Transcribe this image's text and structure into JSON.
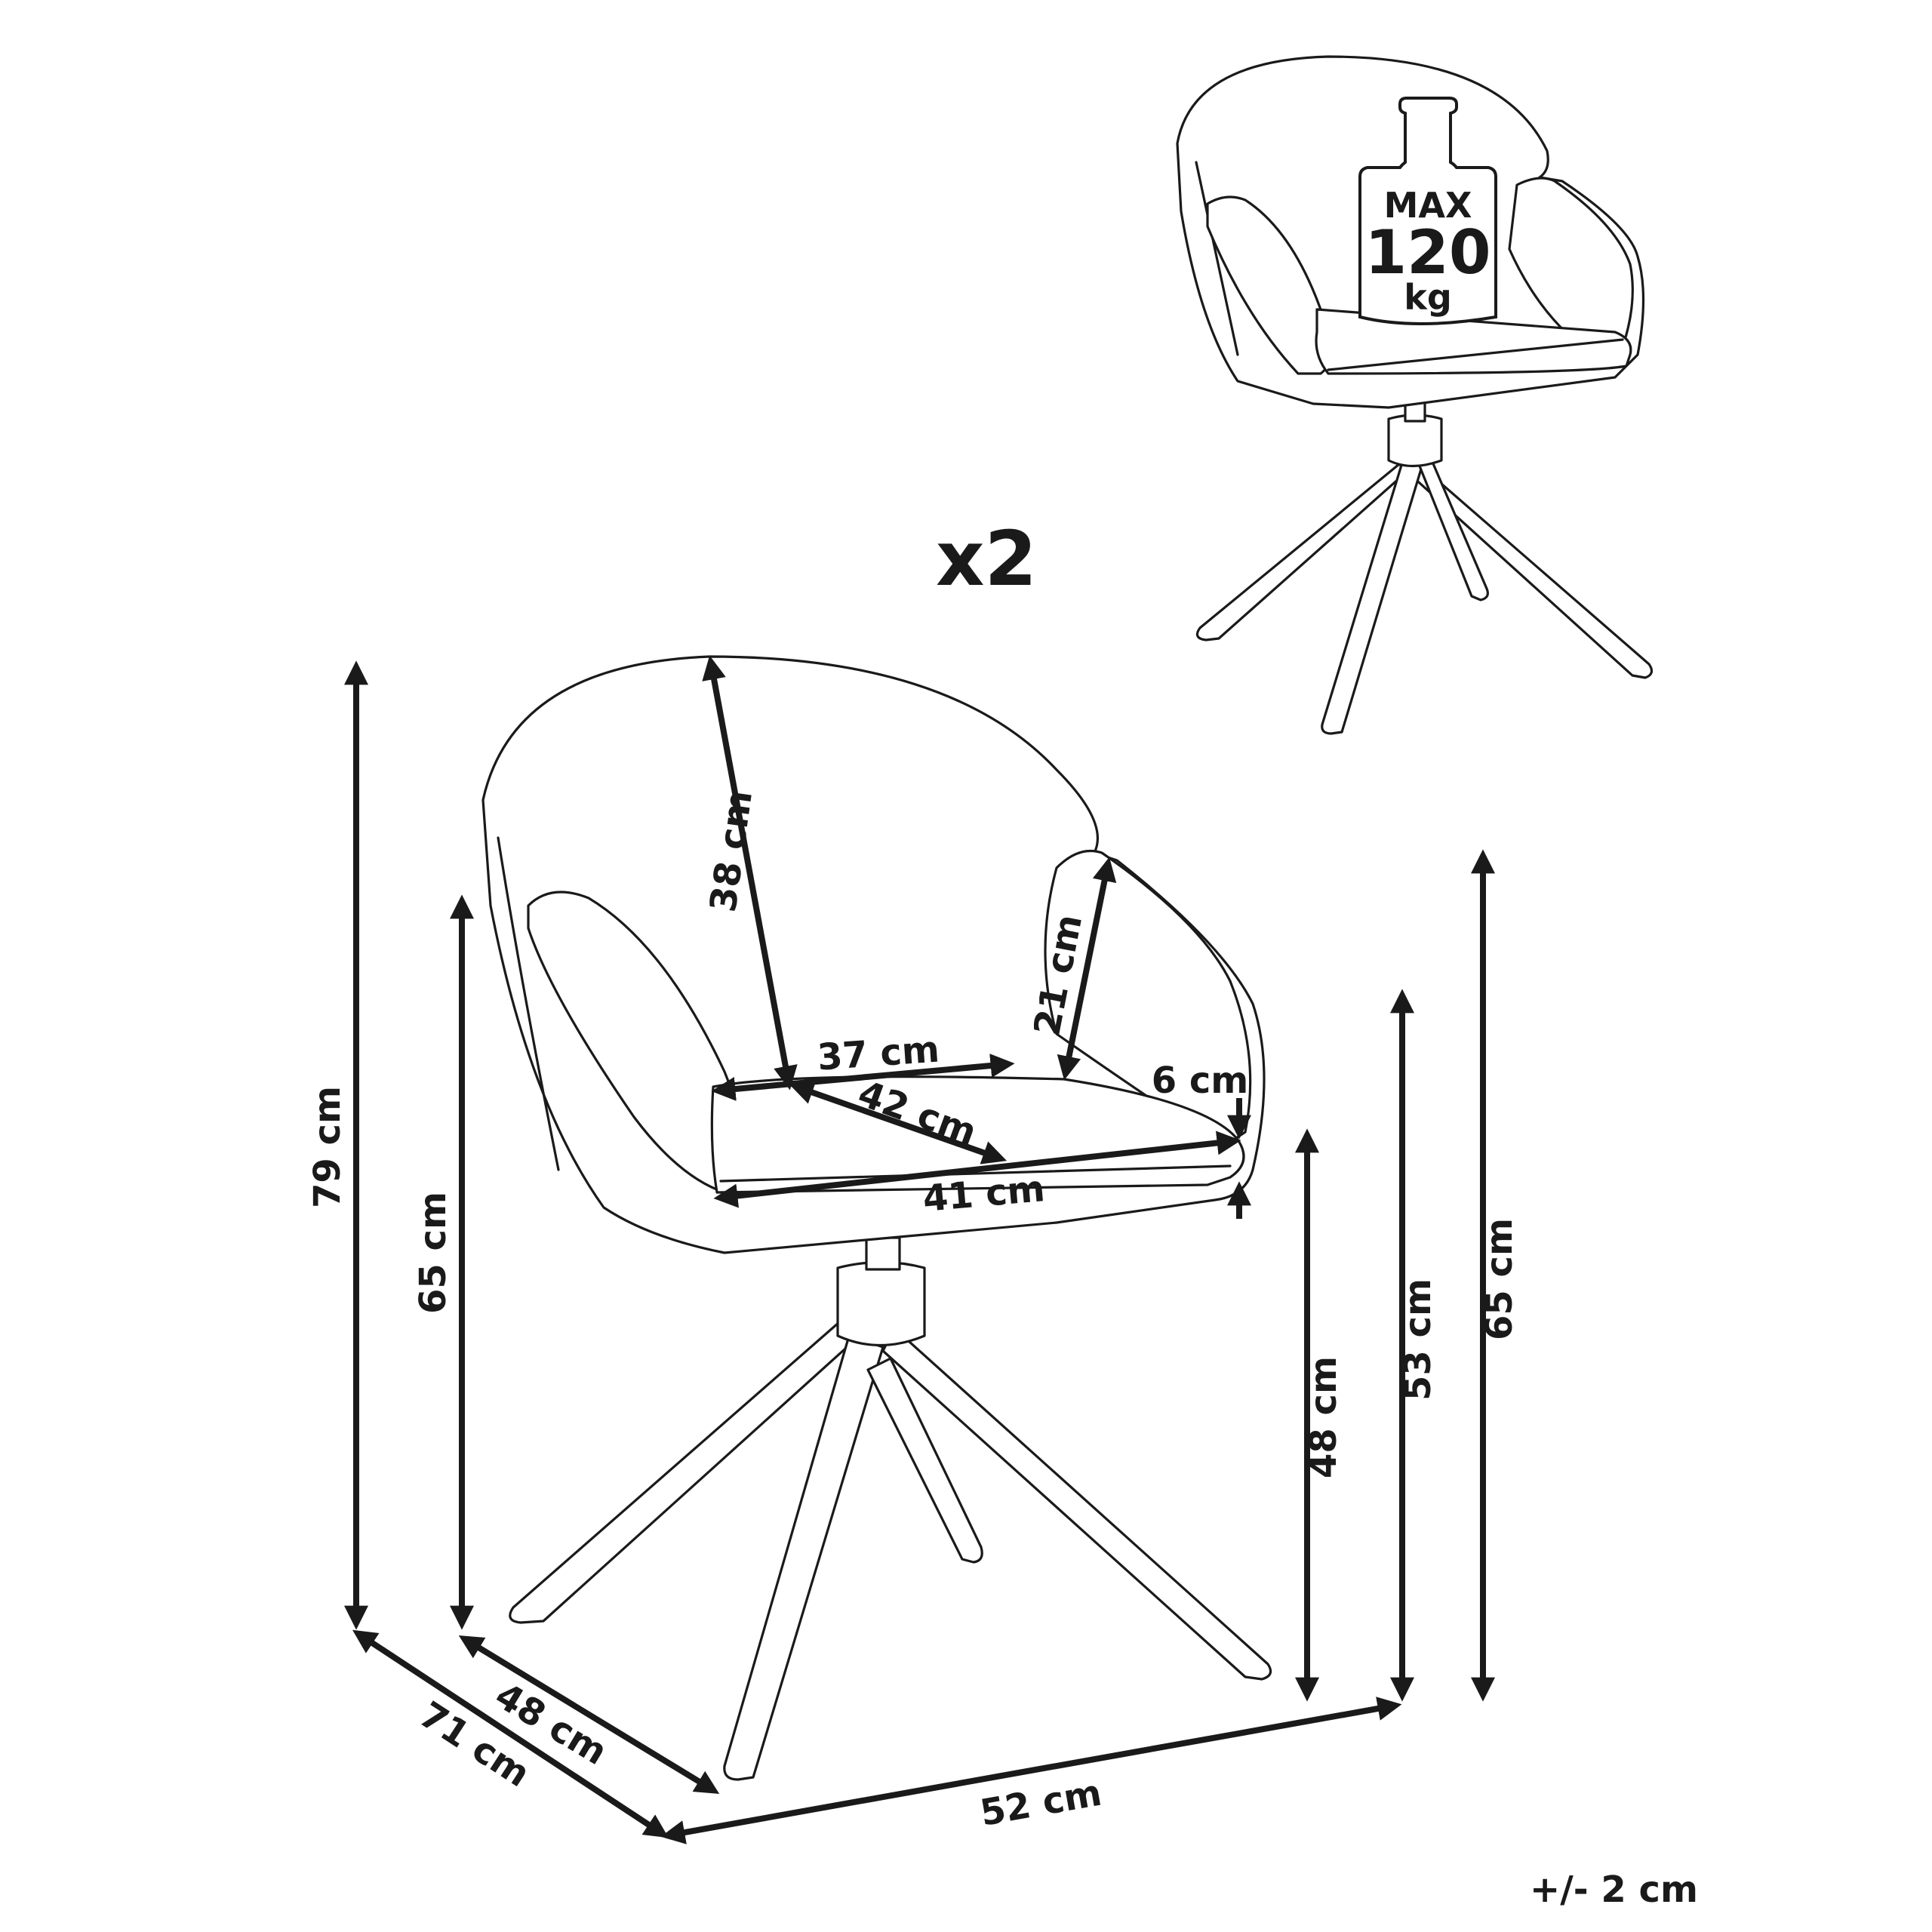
{
  "quantity": "x2",
  "tolerance": "+/- 2 cm",
  "max_load": {
    "line1": "MAX",
    "line2": "120",
    "line3": "kg"
  },
  "dimensions": {
    "overall_height": "79 cm",
    "backrest_height": "65 cm",
    "back_height_inner": "38 cm",
    "seat_width_front": "37 cm",
    "seat_depth": "42 cm",
    "armrest_height": "21 cm",
    "seat_thickness": "6 cm",
    "seat_width": "41 cm",
    "seat_height": "48 cm",
    "armrest_floor_height": "53 cm",
    "arm_top_height": "65 cm",
    "depth_total": "71 cm",
    "depth_seat": "48 cm",
    "width_total": "52 cm"
  }
}
